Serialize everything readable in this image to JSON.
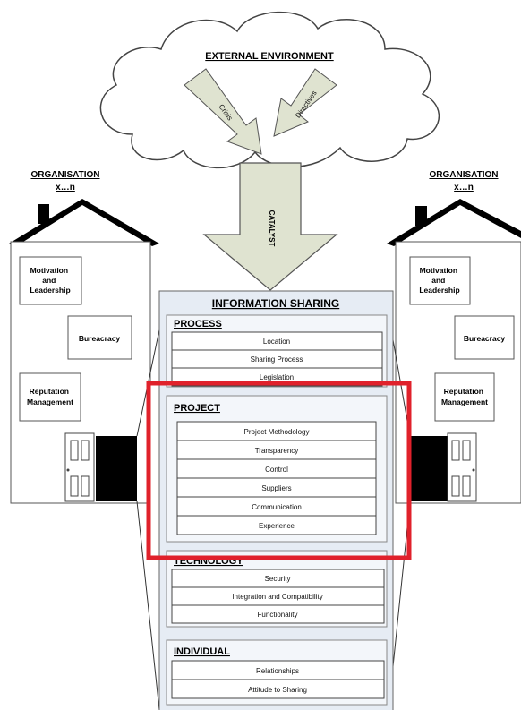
{
  "external_environment": {
    "title": "EXTERNAL ENVIRONMENT",
    "arrows": [
      "Crisis",
      "Directives"
    ],
    "catalyst": "CATALYST"
  },
  "organisations": [
    {
      "title": "ORGANISATION",
      "subtitle": "x…n",
      "boxes": [
        "Motivation and Leadership",
        "Bureacracy",
        "Reputation Management"
      ]
    },
    {
      "title": "ORGANISATION",
      "subtitle": "x…n",
      "boxes": [
        "Motivation and Leadership",
        "Bureacracy",
        "Reputation Management"
      ]
    }
  ],
  "information_sharing": {
    "title": "INFORMATION SHARING",
    "sections": [
      {
        "title": "PROCESS",
        "items": [
          "Location",
          "Sharing Process",
          "Legislation"
        ]
      },
      {
        "title": "PROJECT",
        "items": [
          "Project Methodology",
          "Transparency",
          "Control",
          "Suppliers",
          "Communication",
          "Experience"
        ]
      },
      {
        "title": "TECHNOLOGY",
        "items": [
          "Security",
          "Integration and Compatibility",
          "Functionality"
        ]
      },
      {
        "title": "INDIVIDUAL",
        "items": [
          "Relationships",
          "Attitude to Sharing"
        ]
      }
    ]
  },
  "highlight": {
    "target": "PROJECT",
    "color": "#e0212b"
  },
  "colors": {
    "arrow_fill": "#dfe3d0",
    "panel_fill": "#e6ecf4",
    "stroke": "#333333"
  }
}
